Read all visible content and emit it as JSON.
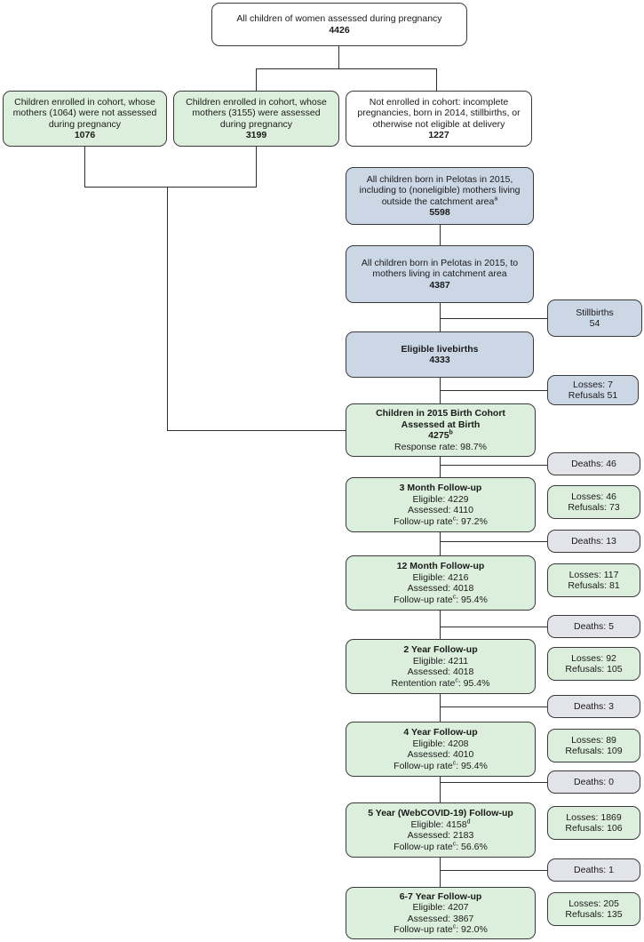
{
  "top": {
    "text": "All children of women assessed during pregnancy",
    "n": "4426"
  },
  "enrolled_not_assessed": {
    "text": "Children enrolled in cohort, whose mothers (1064) were not assessed during pregnancy",
    "n": "1076"
  },
  "enrolled_assessed": {
    "text": "Children enrolled in cohort, whose mothers (3155) were assessed during pregnancy",
    "n": "3199"
  },
  "not_enrolled": {
    "text": "Not enrolled in cohort: incomplete pregnancies, born in 2014, stillbirths, or otherwise not eligible at delivery",
    "n": "1227"
  },
  "all_born": {
    "text": "All children born in Pelotas in 2015, including to (noneligible) mothers living outside the catchment area",
    "sup": "a",
    "n": "5598"
  },
  "catchment": {
    "text": "All children born in Pelotas in 2015, to mothers living in catchment area",
    "n": "4387"
  },
  "stillbirths": {
    "label": "Stillbirths",
    "n": "54"
  },
  "eligible_live": {
    "title": "Eligible livebirths",
    "n": "4333"
  },
  "birth_exclusions": {
    "losses": "Losses: 7",
    "refusals": "Refusals 51"
  },
  "cohort": {
    "title1": "Children in 2015 Birth Cohort",
    "title2": "Assessed at Birth",
    "n": "4275",
    "sup": "b",
    "rate": "Response rate: 98.7%"
  },
  "followups": [
    {
      "deaths": "Deaths: 46",
      "title": "3 Month Follow-up",
      "eligible": "Eligible: 4229",
      "eligible_sup": "",
      "assessed": "Assessed: 4110",
      "rate_label": "Follow-up rate",
      "rate_value": ": 97.2%",
      "losses": "Losses: 46",
      "refusals": "Refusals: 73"
    },
    {
      "deaths": "Deaths: 13",
      "title": "12 Month Follow-up",
      "eligible": "Eligible: 4216",
      "eligible_sup": "",
      "assessed": "Assessed: 4018",
      "rate_label": "Follow-up rate",
      "rate_value": ": 95.4%",
      "losses": "Losses: 117",
      "refusals": "Refusals: 81"
    },
    {
      "deaths": "Deaths: 5",
      "title": "2 Year Follow-up",
      "eligible": "Eligible: 4211",
      "eligible_sup": "",
      "assessed": "Assessed: 4018",
      "rate_label": "Rentention rate",
      "rate_value": ": 95.4%",
      "losses": "Losses: 92",
      "refusals": "Refusals: 105"
    },
    {
      "deaths": "Deaths: 3",
      "title": "4 Year Follow-up",
      "eligible": "Eligible: 4208",
      "eligible_sup": "",
      "assessed": "Assessed: 4010",
      "rate_label": "Follow-up rate",
      "rate_value": ": 95.4%",
      "losses": "Losses: 89",
      "refusals": "Refusals: 109"
    },
    {
      "deaths": "Deaths: 0",
      "title": "5 Year (WebCOVID-19) Follow-up",
      "eligible": "Eligible: 4158",
      "eligible_sup": "d",
      "assessed": "Assessed: 2183",
      "rate_label": "Follow-up rate",
      "rate_value": ": 56.6%",
      "losses": "Losses: 1869",
      "refusals": "Refusals: 106"
    },
    {
      "deaths": "Deaths: 1",
      "title": "6-7 Year Follow-up",
      "eligible": "Eligible: 4207",
      "eligible_sup": "",
      "assessed": "Assessed: 3867",
      "rate_label": "Follow-up rate",
      "rate_value": ": 92.0%",
      "losses": "Losses: 205",
      "refusals": "Refusals: 135"
    }
  ],
  "rate_sup": "c"
}
